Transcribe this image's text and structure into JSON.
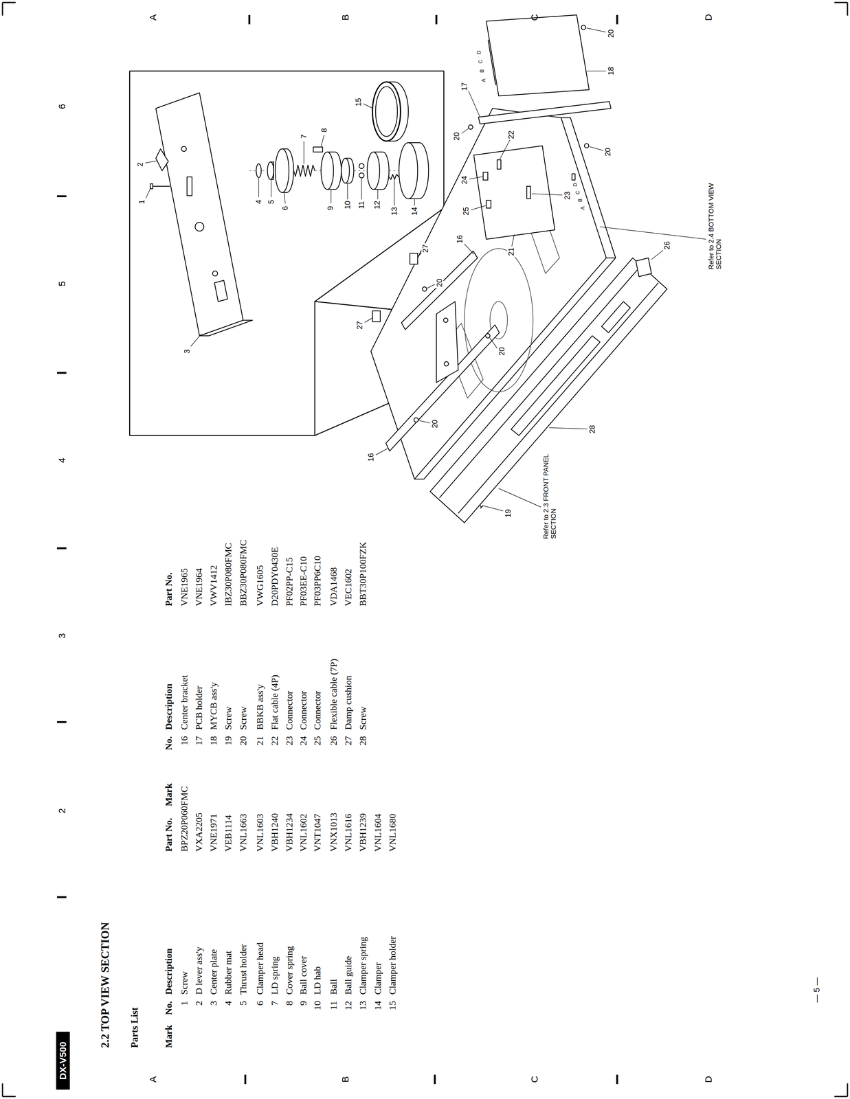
{
  "diagram": {
    "title": "2.2 TOP VIEW SECTION",
    "nodes": [
      {
        "text": [
          "DX-V500"
        ]
      }
    ],
    "labels": [
      "Parts List",
      "Mark",
      "No.",
      "Description",
      "Part No.",
      "Mark",
      "No.",
      "Description",
      "Part No.",
      "1",
      "Screw",
      "BPZ20P060FMC",
      "2",
      "D lever ass'y",
      "VXA2205",
      "3",
      "Center plate",
      "VNE1971",
      "4",
      "Rubber mat",
      "VEB1114",
      "5",
      "Thrust holder",
      "VNL1663",
      "6",
      "Clamper head",
      "VNL1603",
      "7",
      "LD spring",
      "VBH1240",
      "8",
      "Cover spring",
      "VBH1234",
      "9",
      "Ball cover",
      "VNL1602",
      "10",
      "LD hab",
      "VNT1047",
      "11",
      "Ball",
      "VNX1013",
      "12",
      "Ball guide",
      "VNL1616",
      "13",
      "Clamper spring",
      "VBH1239",
      "14",
      "Clamper",
      "VNL1604",
      "15",
      "Clamper holder",
      "VNL1680",
      "16",
      "Center bracket",
      "VNE1965",
      "17",
      "PCB holder",
      "VNE1964",
      "18",
      "MYCB ass'y",
      "VWV1412",
      "19",
      "Screw",
      "IBZ30P080FMC",
      "20",
      "Screw",
      "BBZ30P080FMC",
      "21",
      "BBKB ass'y",
      "VWG1605",
      "22",
      "Flat cable (4P)",
      "D20PDY0430E",
      "23",
      "Connector",
      "PF02PP-C15",
      "24",
      "Connector",
      "PF03EE-C10",
      "25",
      "Connector",
      "PF03PP6C10",
      "26",
      "Flexible cable (7P)",
      "VDA1468",
      "27",
      "Damp cushion",
      "VEC1602",
      "28",
      "Screw",
      "BBT30P100FZK",
      "1",
      "2",
      "3",
      "4",
      "5",
      "6",
      "7",
      "8",
      "9",
      "10",
      "11",
      "12",
      "13",
      "14",
      "15",
      "16",
      "16",
      "17",
      "18",
      "19",
      "20",
      "20",
      "20",
      "20",
      "20",
      "20",
      "21",
      "22",
      "23",
      "24",
      "25",
      "26",
      "27",
      "27",
      "28",
      "Refer to 2.3 FRONT PANEL SECTION",
      "Refer to 2.4 BOTTOM VIEW SECTION",
      "A",
      "B",
      "C",
      "D",
      "A",
      "B",
      "C",
      "D",
      "A",
      "B",
      "C",
      "D",
      "A",
      "B",
      "C",
      "D",
      "2",
      "3",
      "4",
      "5",
      "6",
      "— 5 —"
    ]
  }
}
